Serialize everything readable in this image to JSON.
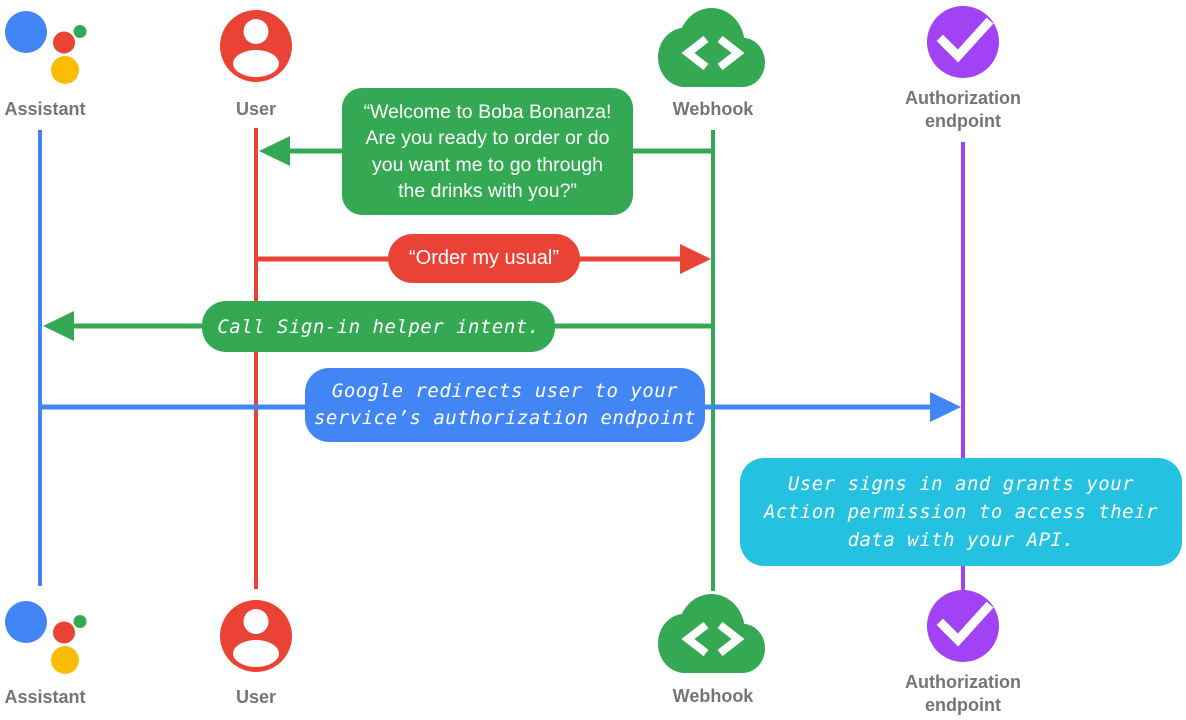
{
  "colors": {
    "blue": "#4285F4",
    "red": "#EA4335",
    "green": "#34A853",
    "yellow": "#FBBC04",
    "purple": "#A142F4",
    "cyan": "#24C1E0",
    "gray": "#757575"
  },
  "actors": [
    {
      "id": "assistant",
      "label": "Assistant",
      "icon": "google-assistant-logo",
      "color": "#4285F4"
    },
    {
      "id": "user",
      "label": "User",
      "icon": "person-circle-icon",
      "color": "#EA4335"
    },
    {
      "id": "webhook",
      "label": "Webhook",
      "icon": "cloud-code-icon",
      "color": "#34A853"
    },
    {
      "id": "auth",
      "label": "Authorization endpoint",
      "label_lines": [
        "Authorization",
        "endpoint"
      ],
      "icon": "check-circle-icon",
      "color": "#A142F4"
    }
  ],
  "messages": [
    {
      "id": "welcome",
      "from": "webhook",
      "to": "user",
      "color": "#34A853",
      "style": "speech",
      "lines": [
        "“Welcome to Boba Bonanza!",
        "Are you ready to order or do",
        "you want me to go through",
        "the drinks with you?”"
      ]
    },
    {
      "id": "order",
      "from": "user",
      "to": "webhook",
      "color": "#EA4335",
      "style": "speech",
      "lines": [
        "“Order my usual”"
      ]
    },
    {
      "id": "signin",
      "from": "webhook",
      "to": "assistant",
      "color": "#34A853",
      "style": "system",
      "lines": [
        "Call Sign-in helper intent."
      ]
    },
    {
      "id": "redirect",
      "from": "assistant",
      "to": "auth",
      "color": "#4285F4",
      "style": "system",
      "lines": [
        "Google redirects user to your",
        "service’s authorization endpoint"
      ]
    },
    {
      "id": "grant",
      "from": "auth",
      "to": "auth",
      "color": "#24C1E0",
      "style": "system-note",
      "lines": [
        "User signs in and grants your",
        "Action permission to access their",
        "data with your API."
      ]
    }
  ]
}
